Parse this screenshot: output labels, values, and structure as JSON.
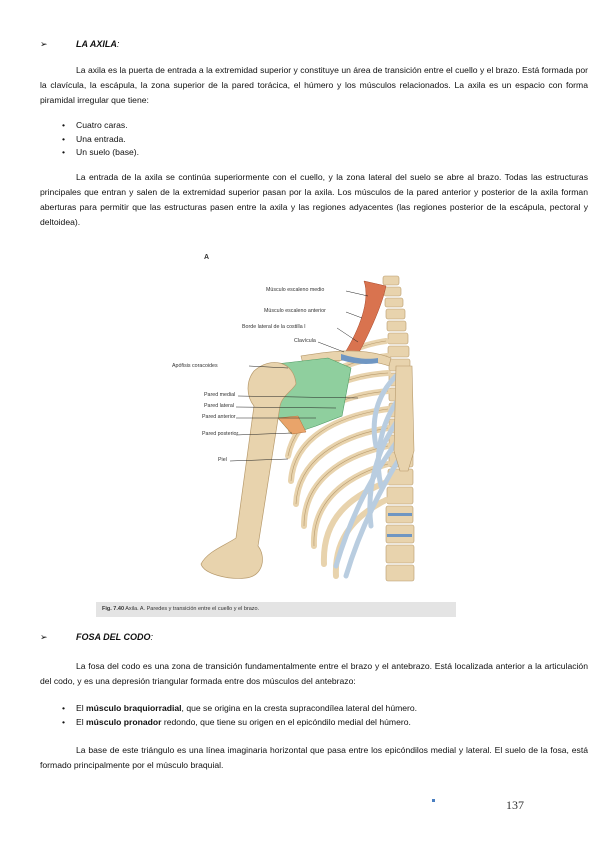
{
  "section1": {
    "arrow": "➢",
    "title": "LA AXILA",
    "title_suffix": ":",
    "intro_paragraph": "La axila es la puerta de entrada a la extremidad superior y constituye un área de transición entre el cuello y el brazo. Está formada por la clavícula, la escápula, la zona superior de la pared torácica, el húmero y los músculos relacionados. La axila es un espacio con forma piramidal irregular que tiene:",
    "list": [
      "Cuatro caras.",
      "Una entrada.",
      "Un suelo (base)."
    ],
    "second_paragraph": "La entrada de la axila se continúa superiormente con el cuello, y la zona lateral del suelo se abre al brazo. Todas las estructuras principales que entran y salen de la extremidad superior pasan por la axila. Los músculos de la pared anterior y posterior de la axila forman aberturas para permitir que las estructuras pasen entre la axila y las regiones adyacentes (las regiones posterior de la escápula, pectoral y deltoidea)."
  },
  "figure": {
    "panel_letter": "A",
    "labels": {
      "escaleno_medio": "Músculo escaleno medio",
      "escaleno_anterior": "Músculo escaleno anterior",
      "borde_costilla": "Borde lateral de la costilla I",
      "clavicula": "Clavícula",
      "apofisis": "Apófisis coracoides",
      "pared_medial": "Pared medial",
      "pared_lateral": "Pared lateral",
      "pared_anterior": "Pared anterior",
      "pared_posterior": "Pared posterior",
      "piel": "Piel"
    },
    "caption_label": "Fig. 7.40",
    "caption_text": " Axila. A. Paredes y transición entre el cuello y el brazo."
  },
  "section2": {
    "arrow": "➢",
    "title": "FOSA DEL CODO",
    "title_suffix": ":",
    "intro_paragraph": "La fosa del codo es una zona de transición fundamentalmente entre el brazo y el antebrazo. Está localizada anterior a la articulación del codo, y es una depresión triangular formada entre dos músculos del antebrazo:",
    "list": [
      {
        "prefix": "El ",
        "bold": "músculo braquiorradial",
        "rest": ", que se origina en la cresta supracondílea lateral del húmero."
      },
      {
        "prefix": "El ",
        "bold": "músculo pronador",
        "rest": " redondo, que tiene su origen en el epicóndilo medial del húmero."
      }
    ],
    "final_paragraph": "La base de este triángulo es una línea imaginaria horizontal que pasa entre los epicóndilos medial y lateral. El suelo de la fosa, está formado principalmente por el músculo braquial."
  },
  "page_number": "137",
  "colors": {
    "bone": "#e8d3ad",
    "cartilage": "#b9cde0",
    "muscle": "#d9734f",
    "wall_green": "#8fcf9e",
    "caption_bg": "#e4e4e4"
  }
}
